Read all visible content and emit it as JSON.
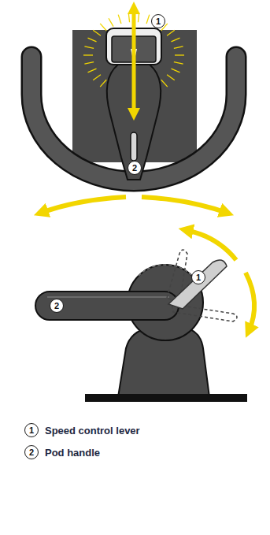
{
  "diagram": {
    "labels": [
      "1",
      "2",
      "1",
      "2",
      "1",
      "Speed control lever",
      "2",
      "Pod handle"
    ]
  }
}
